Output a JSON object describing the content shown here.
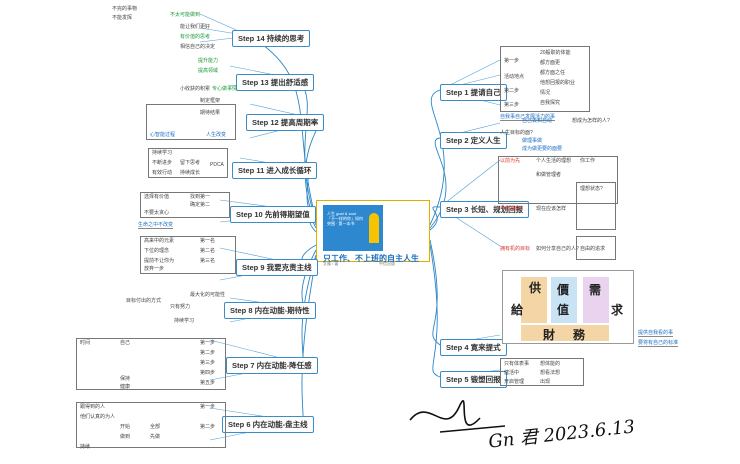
{
  "center": {
    "title": "只工作、不上班的自主人生",
    "cover_lines": [
      "人生 goal & soul",
      "「不一样的你」如何",
      "突围 · 第一本书"
    ],
    "meta_left": "艾隆 / 著",
    "meta_right": "中信出版"
  },
  "steps": {
    "s1": "Step 1 提请自己",
    "s2": "Step 2 定义人生",
    "s3": "Step 3 长短、规划回报",
    "s4": "Step 4 寛来提式",
    "s5": "Step 5 锻塑回报",
    "s6": "Step 6 内在动能-盘主线",
    "s7": "Step 7 内在动能-降任感",
    "s8": "Step 8 内在动能-期待性",
    "s9": "Step 9 我要克责主线",
    "s10": "Step 10 先前得期望值",
    "s11": "Step 11 进入成长循环",
    "s12": "Step 12 提高周期率",
    "s13": "Step 13 提出舒适感",
    "s14": "Step 14 持续的思考"
  },
  "leaves": {
    "r1": [
      "第一步",
      "活动地点",
      "第二步",
      "第三步"
    ],
    "r1b": [
      "20般职的体能",
      "都方面更",
      "都方面之任",
      "他想回报的职业",
      "情况",
      "自我探究"
    ],
    "r1c": "自我事自己发展活力的事",
    "r2": [
      "自己去和自动",
      "想成为怎样的人?",
      "人生目标的面?",
      "做理事做",
      "成为做更要的面要"
    ],
    "r3a": [
      "以前为先",
      "个人生活的理想",
      "你工作",
      "和做管理者"
    ],
    "r3b": [
      "千年目标",
      "现在应该怎样",
      "理想状态?"
    ],
    "r3c": [
      "拥有机的目标",
      "如何分享自己的人?",
      "自由的追求"
    ],
    "r4": [
      "提供自我看的事",
      "要将有自己的标准"
    ],
    "r5": [
      "只有体表事",
      "想体能的",
      "健活中",
      "想看法想",
      "开启管理",
      "出现"
    ],
    "kanji": {
      "a": "供",
      "b": "給",
      "c": "價",
      "d": "值",
      "e": "需",
      "f": "求",
      "g": "財",
      "h": "務"
    },
    "s14": [
      "不完的事物",
      "不能发挥",
      "不太可能做到",
      "能让我们更好",
      "有价值的思考",
      "相信自己的决定"
    ],
    "s13": [
      "提升能力",
      "提高领域",
      "小收获的积累",
      "专心做事情"
    ],
    "s12": [
      "制定框架",
      "期待结果",
      "心智能过程",
      "人生改变"
    ],
    "s11": [
      "持续学习",
      "不断进步",
      "留下思考",
      "PDCA",
      "有效行动",
      "持续成长"
    ],
    "s10": [
      "选择有价值",
      "找到第一",
      "确定第二",
      "不要太贪心",
      "生命之中不改变"
    ],
    "s9": [
      "高来中的元素",
      "下位的理念",
      "提前不让你为",
      "放弃一步",
      "第一名",
      "第二名",
      "第三名"
    ],
    "s8": [
      "目标付出的方式",
      "只有努力",
      "最大化的可能性",
      "持续学习"
    ],
    "s7": [
      "时间",
      "自己",
      "第一步",
      "第二步",
      "第三步",
      "第四步",
      "第五步",
      "保持",
      "健康"
    ],
    "s6": [
      "跟得到的人",
      "他们认真的为人",
      "开始",
      "全部",
      "做到",
      "先做",
      "第一步",
      "第二步",
      "持续"
    ]
  },
  "signature": "Gn 君 2023.6.13",
  "colors": {
    "line": "#2a86c8",
    "center_border": "#e0b000",
    "step_border": "#3a8dc8",
    "accent_red": "#d33",
    "accent_blue": "#1d6fc4",
    "accent_green": "#1a9a3a"
  }
}
